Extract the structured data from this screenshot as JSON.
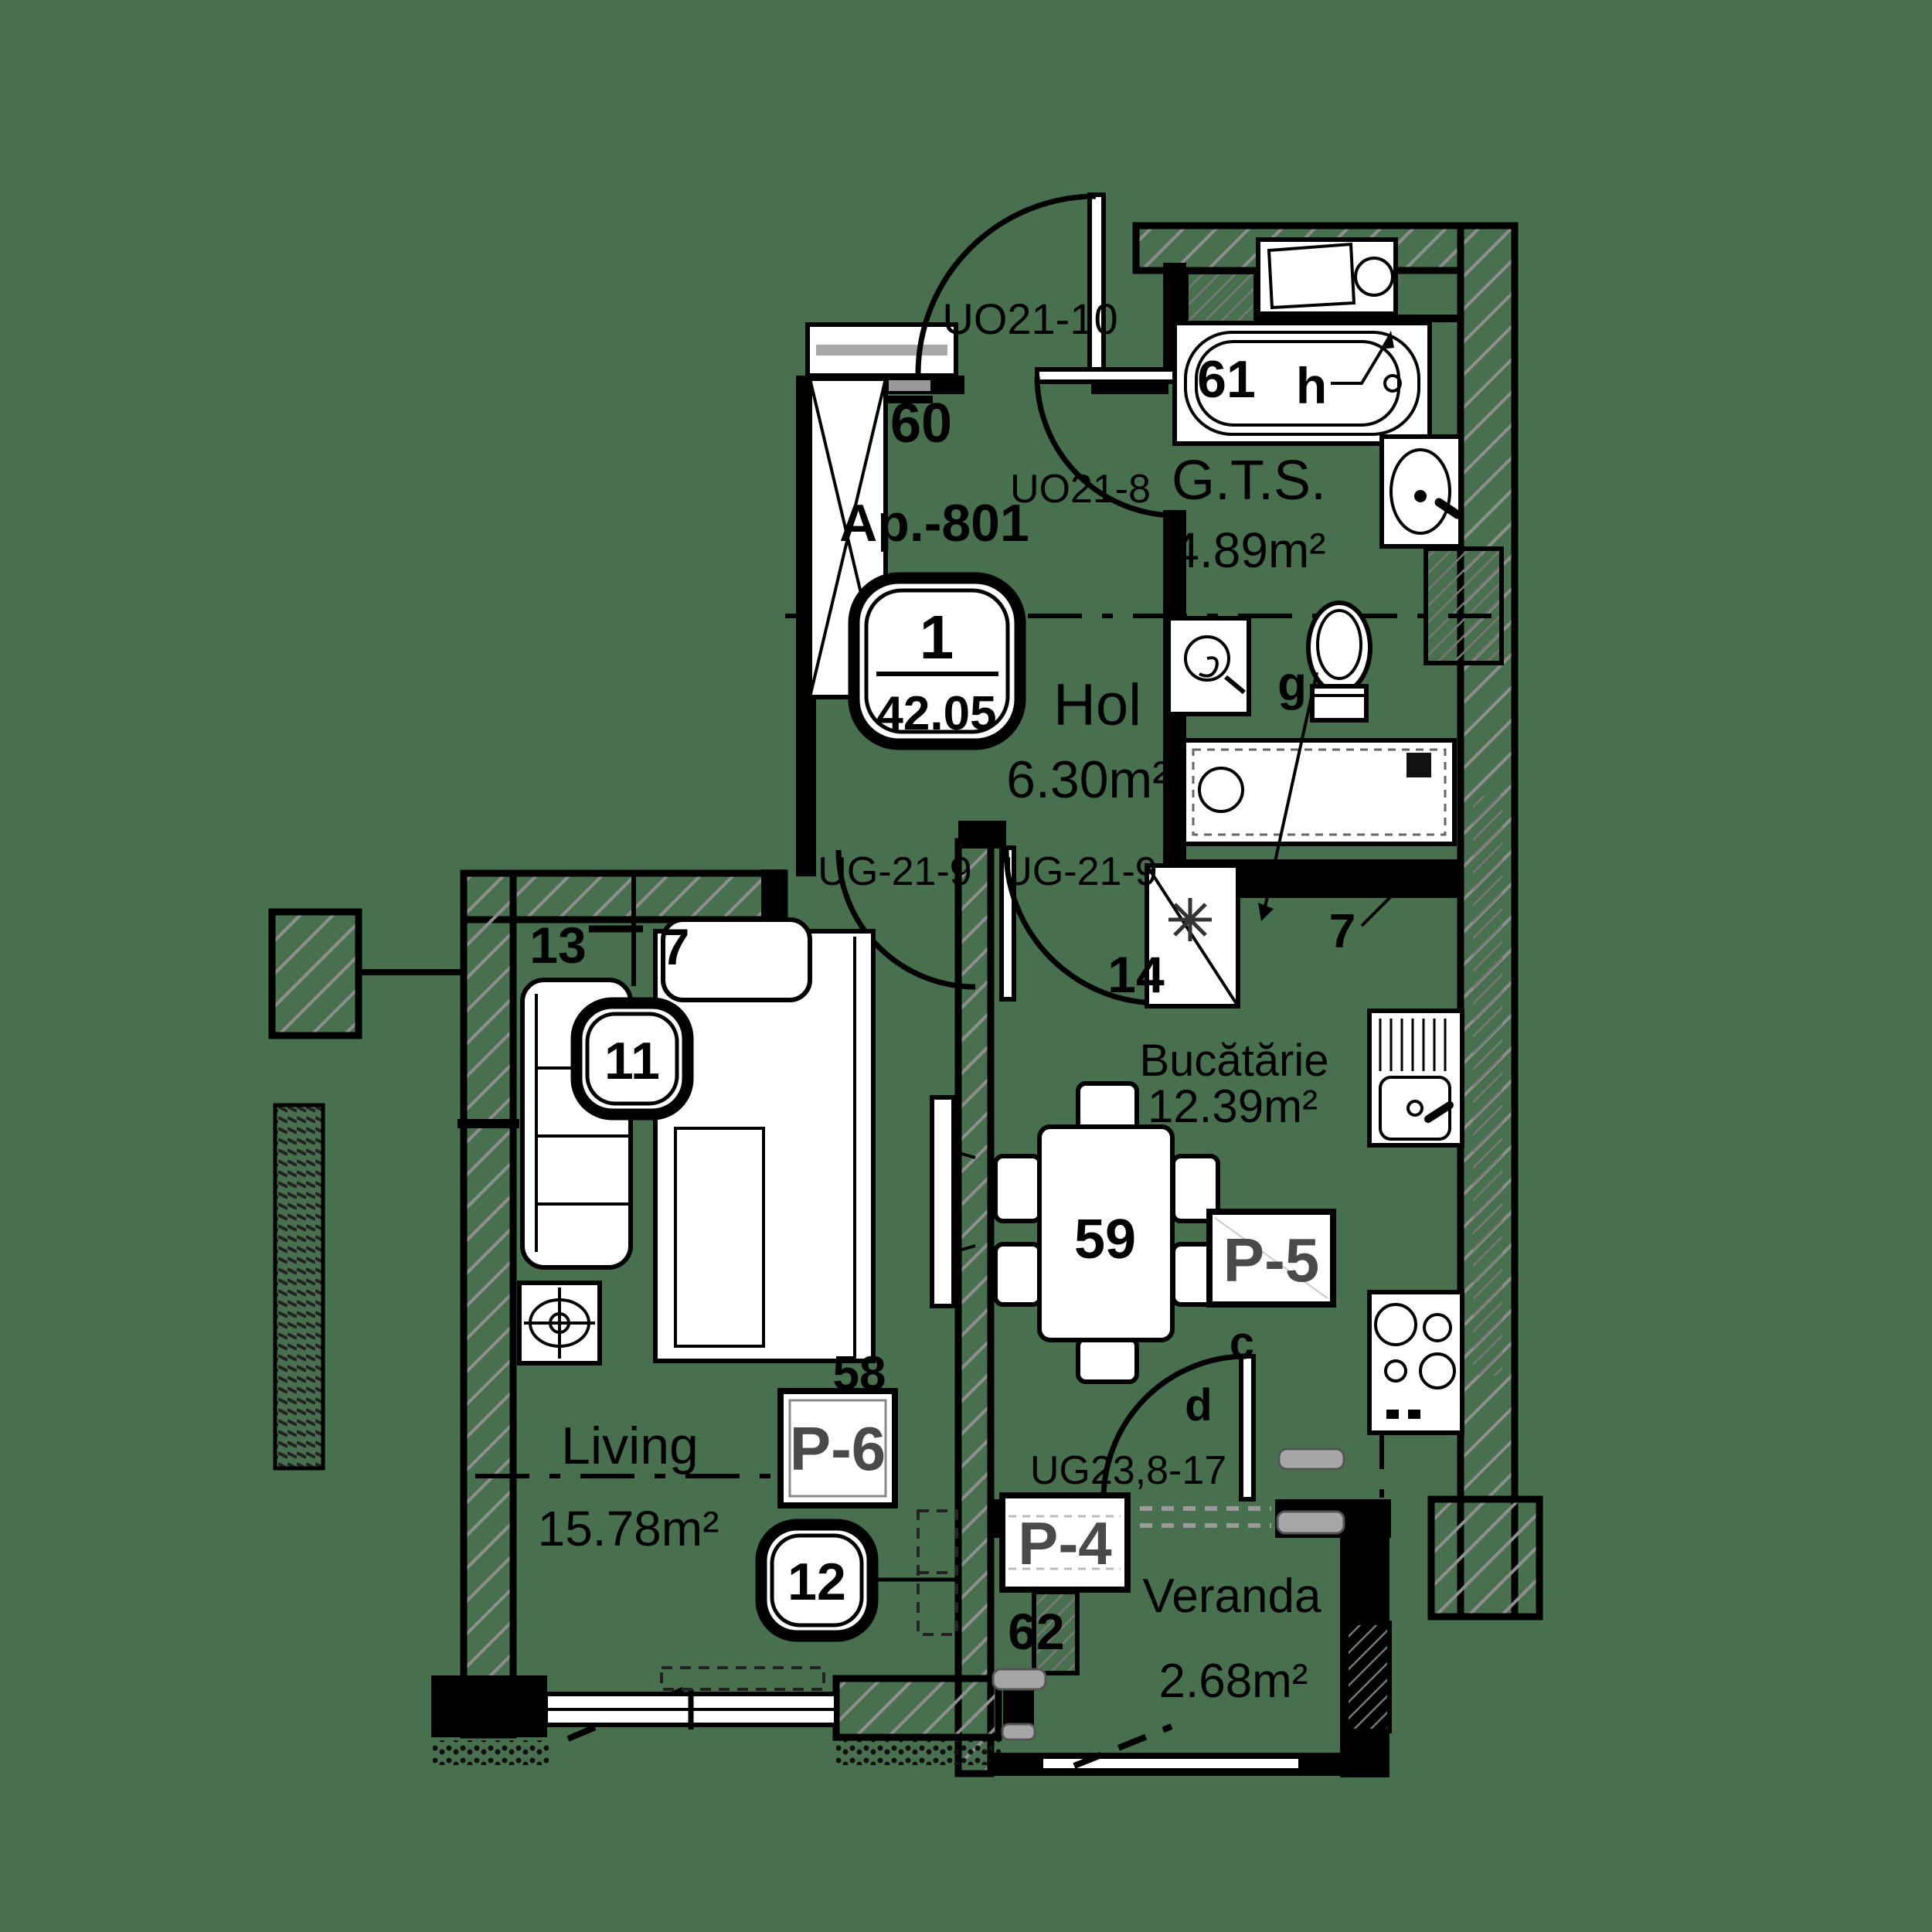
{
  "colors": {
    "background": "#48704F",
    "wall_line": "#000000",
    "hatch_gray": "#8F8F8F",
    "fixture_fill": "#FFFFFF",
    "tag_text": "#4A4A4A",
    "marker_gray": "#A6A6A6"
  },
  "plan": {
    "apartment": "Ap.-801",
    "unit_badge": {
      "number": "1",
      "total_area": "42.05"
    },
    "rooms": {
      "gts": {
        "name": "G.T.S.",
        "area": "4.89m²"
      },
      "hol": {
        "name": "Hol",
        "area": "6.30m²"
      },
      "kitchen": {
        "name": "Bucătărie",
        "area": "12.39m²"
      },
      "living": {
        "name": "Living",
        "area": "15.78m²"
      },
      "veranda": {
        "name": "Veranda",
        "area": "2.68m²"
      }
    },
    "door_codes": {
      "entry": "UO21-10",
      "bathroom": "UO21-8",
      "living_door": "UG-21-9",
      "kitchen_door": "UG-21-9",
      "veranda_door": "UG23,8-17"
    },
    "finish_tags": {
      "p4": "P-4",
      "p5": "P-5",
      "p6": "P-6"
    },
    "item_numbers": {
      "wardrobe": "60",
      "bathtub": "61",
      "bed": "58",
      "table": "59",
      "veranda": "62",
      "kitchen": "14"
    },
    "badges": {
      "sofa": "11",
      "living": "12"
    },
    "dims": {
      "living_left": "13",
      "living_right": "7",
      "kitchen_right": "7"
    },
    "fixture_letters": {
      "bathtub": "h",
      "toilet": "g",
      "veranda_door_upper": "c",
      "veranda_door_lower": "d"
    }
  }
}
